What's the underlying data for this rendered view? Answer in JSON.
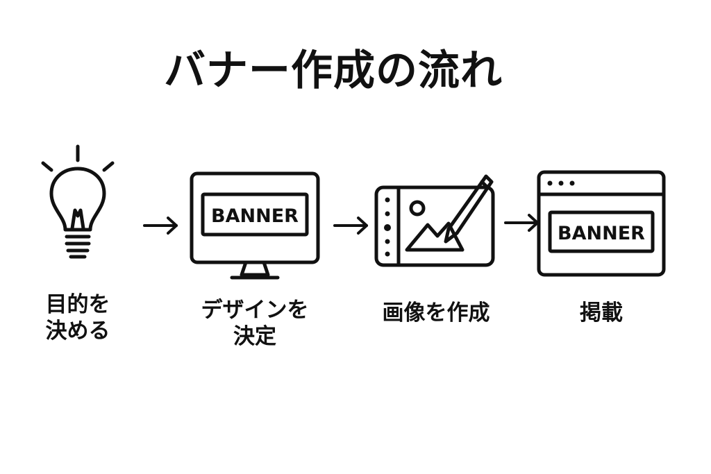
{
  "title": "バナー作成の流れ",
  "steps": [
    {
      "label_lines": [
        "目的を",
        "決める"
      ],
      "icon": "lightbulb-icon"
    },
    {
      "label_lines": [
        "デザインを",
        "決定"
      ],
      "icon": "monitor-icon",
      "banner_text": "BANNER"
    },
    {
      "label_lines": [
        "画像を作成"
      ],
      "icon": "drawing-tablet-icon"
    },
    {
      "label_lines": [
        "掲載"
      ],
      "icon": "browser-window-icon",
      "banner_text": "BANNER"
    }
  ],
  "arrow_glyph": "→",
  "colors": {
    "ink": "#111111",
    "background": "#ffffff"
  }
}
